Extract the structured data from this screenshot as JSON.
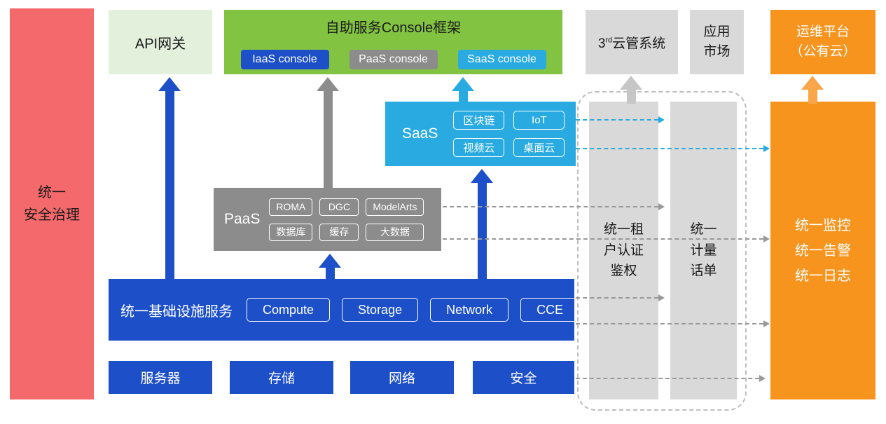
{
  "palette": {
    "red": "#F4696B",
    "light_green": "#E3F0DC",
    "green": "#82C341",
    "blue": "#1C4FC8",
    "cyan": "#29ABE2",
    "gray_box": "#D9D9D9",
    "gray_dark": "#8C8C8C",
    "orange": "#F7941E"
  },
  "left_bar": {
    "label": "统一\n安全治理"
  },
  "top_row": {
    "api_gateway": {
      "label": "API网关"
    },
    "console_framework": {
      "title": "自助服务Console框架",
      "buttons": [
        {
          "label": "IaaS console",
          "color": "#1C4FC8"
        },
        {
          "label": "PaaS console",
          "color": "#8C8C8C"
        },
        {
          "label": "SaaS console",
          "color": "#29ABE2"
        }
      ]
    },
    "third_party_cloud": {
      "base": "3",
      "sup": "rd",
      "rest": "云管系统"
    },
    "app_market": {
      "label": "应用\n市场"
    },
    "om_platform": {
      "label": "运维平台\n（公有云）"
    }
  },
  "saas": {
    "label": "SaaS",
    "items": [
      "区块链",
      "IoT",
      "视频云",
      "桌面云"
    ]
  },
  "paas": {
    "label": "PaaS",
    "items": [
      "ROMA",
      "DGC",
      "ModelArts",
      "数据库",
      "缓存",
      "大数据"
    ]
  },
  "iaas": {
    "label": "统一基础设施服务",
    "items": [
      "Compute",
      "Storage",
      "Network",
      "CCE"
    ]
  },
  "hardware_row": {
    "items": [
      "服务器",
      "存储",
      "网络",
      "安全"
    ]
  },
  "right_panel": {
    "auth_column": {
      "label": "统一租\n户认证\n鉴权"
    },
    "metering_column": {
      "label": "统一\n计量\n话单"
    }
  },
  "ops_bar": {
    "label": "统一监控\n统一告警\n统一日志"
  }
}
